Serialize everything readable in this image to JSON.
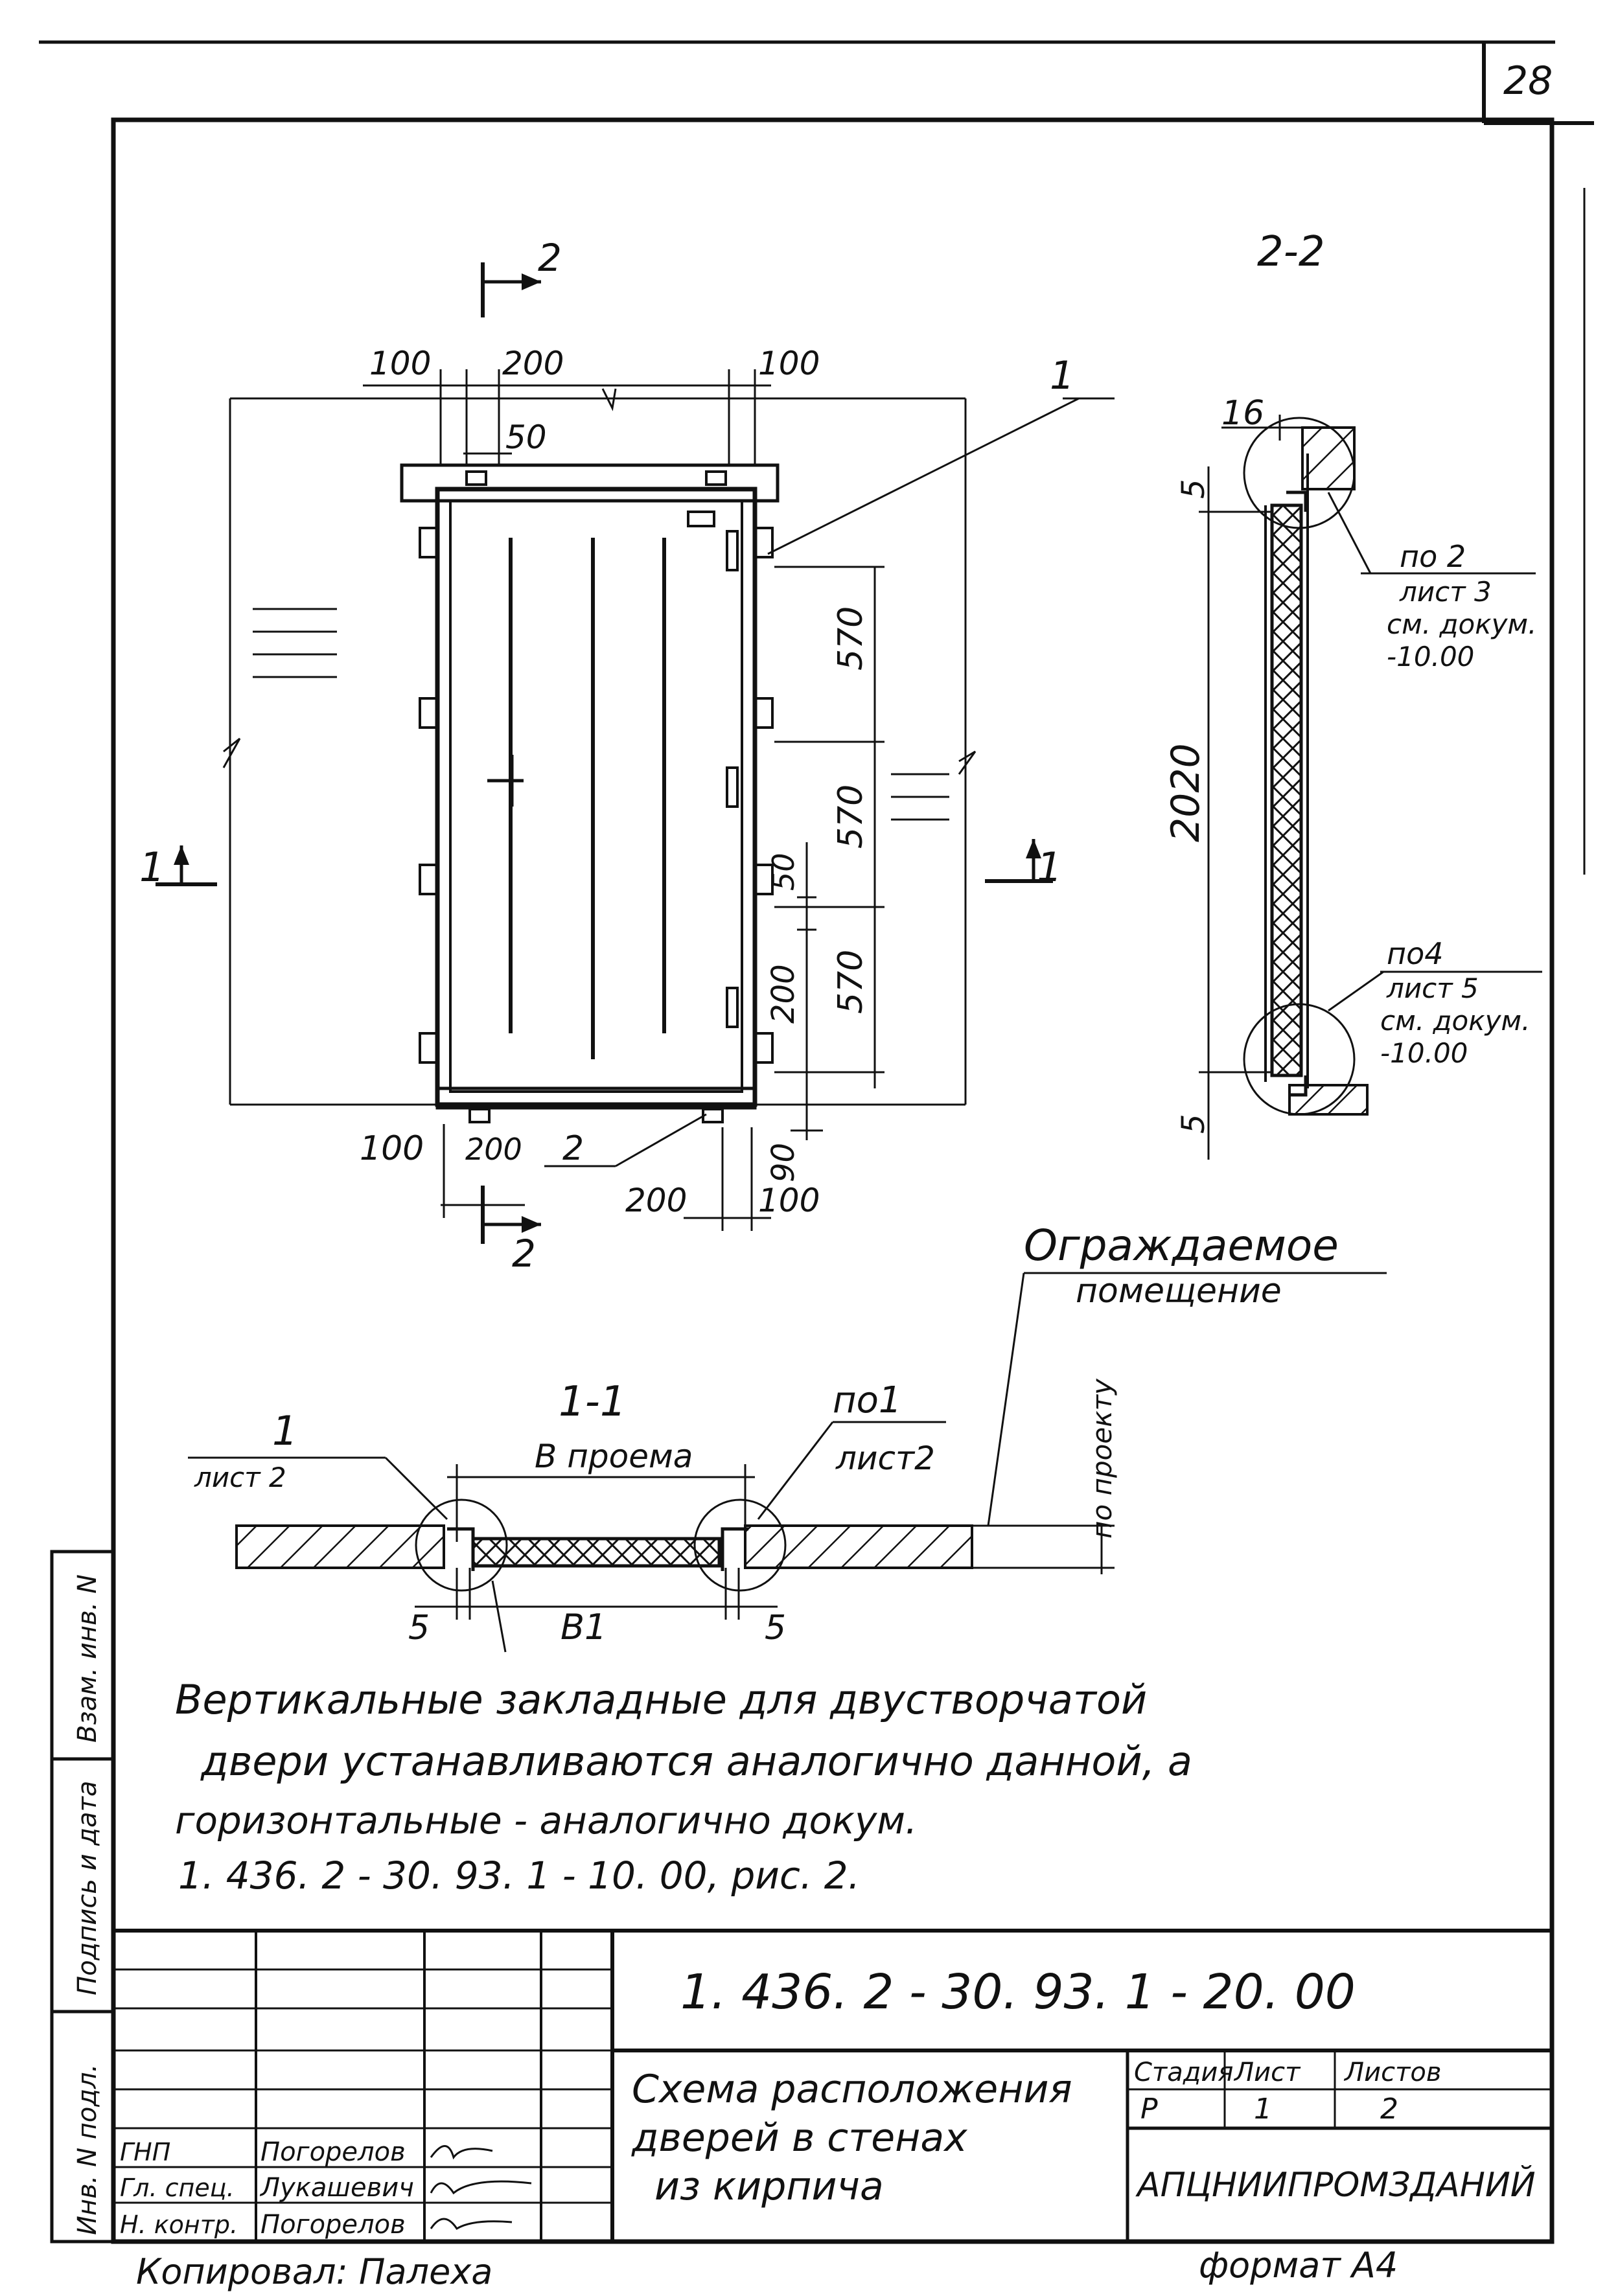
{
  "sheet": {
    "page_number": "28",
    "format": "формат А4",
    "copied_by": "Копировал: Палеха"
  },
  "section_2_2": {
    "title": "2-2",
    "dim_16": "16",
    "dim_5_top": "5",
    "dim_2020": "2020",
    "dim_5_bottom": "5",
    "callout_top": [
      "по 2",
      "лист 3",
      "см. докум.",
      "-10.00"
    ],
    "callout_bottom": [
      "по4",
      "лист 5",
      "см. докум.",
      "-10.00"
    ]
  },
  "elevation": {
    "cut_mark": "2",
    "cut_mark_bottom": "2",
    "section_left": "1",
    "section_right": "1",
    "leader_1": "1",
    "leader_2": "2",
    "dims_top": [
      "100",
      "200",
      "100",
      "50"
    ],
    "dims_right": [
      "570",
      "570",
      "570",
      "50",
      "200",
      "90"
    ],
    "dims_bottom": [
      "100",
      "200",
      "200",
      "100"
    ]
  },
  "section_1_1": {
    "title": "1-1",
    "opening_label": "В проема",
    "left_ref_num": "1",
    "left_ref_sheet": "лист 2",
    "right_ref_num": "по1",
    "right_ref_sheet": "лист2",
    "protected_room": [
      "Ограждаемое",
      "помещение"
    ],
    "by_project": "по проекту",
    "dim_5_left": "5",
    "dim_b1": "В1",
    "dim_5_right": "5"
  },
  "note": [
    "Вертикальные закладные для двустворчатой",
    "двери устанавливаются аналогично данной, а",
    "горизонтальные - аналогично докум.",
    "1. 436. 2 - 30. 93. 1 - 10. 00, рис. 2."
  ],
  "side_stamps": [
    "Взам. инв. N",
    "Подпись и дата",
    "Инв. N подл."
  ],
  "title_block": {
    "code": "1. 436. 2 - 30. 93. 1 - 20. 00",
    "title": [
      "Схема расположения",
      "дверей в стенах",
      "из кирпича"
    ],
    "stage_label": "Стадия",
    "sheet_label": "Лист",
    "sheets_label": "Листов",
    "stage": "Р",
    "sheet": "1",
    "sheets": "2",
    "org": "АПЦНИИПРОМЗДАНИЙ",
    "roles": [
      "ГНП",
      "Гл. спец.",
      "Н. контр."
    ],
    "names": [
      "Погорелов",
      "Лукашевич",
      "Погорелов"
    ]
  }
}
